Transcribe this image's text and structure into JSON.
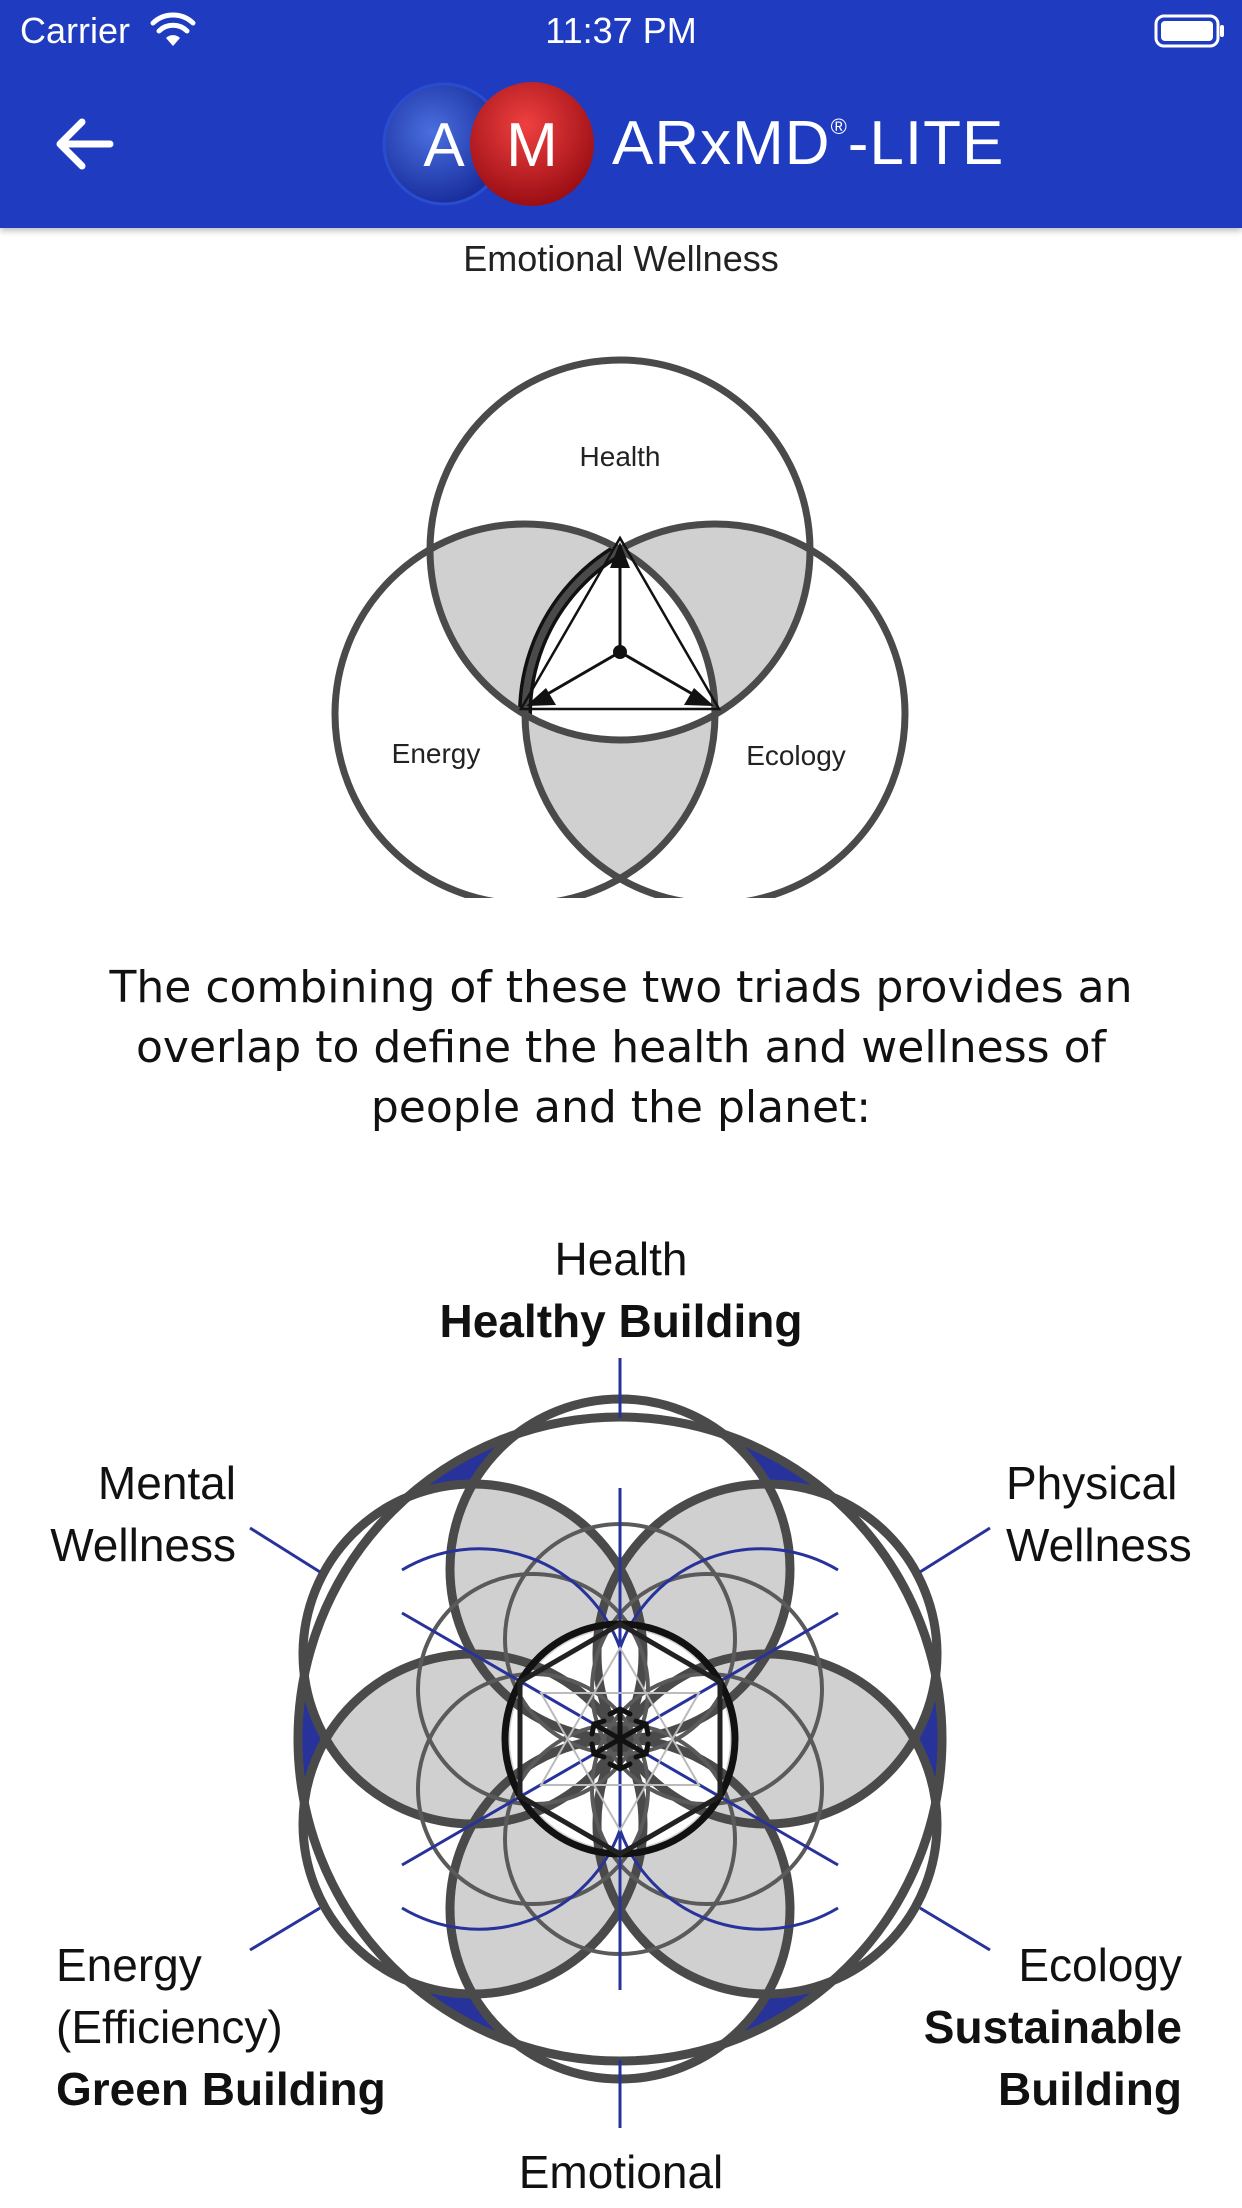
{
  "status_bar": {
    "carrier": "Carrier",
    "time": "11:37 PM"
  },
  "header": {
    "logo_a": "A",
    "logo_m": "M",
    "brand": "ARxMD",
    "registered": "®",
    "suffix": "-LITE"
  },
  "top_caption": "Emotional Wellness",
  "venn": {
    "health": "Health",
    "energy": "Energy",
    "ecology": "Ecology"
  },
  "paragraph": "The combining of these two triads provides an overlap to define the health and wellness of people and the planet:",
  "flower": {
    "health": "Health",
    "healthy_building": "Healthy Building",
    "mental_1": "Mental",
    "mental_2": "Wellness",
    "physical_1": "Physical",
    "physical_2": "Wellness",
    "energy_1": "Energy",
    "energy_2": "(Efficiency)",
    "green_building": "Green Building",
    "ecology": "Ecology",
    "sustainable_1": "Sustainable",
    "sustainable_2": "Building",
    "emotional": "Emotional"
  },
  "colors": {
    "header": "#1f3cc0",
    "accent_blue": "#27339a",
    "gray_fill": "#d0d0d0"
  }
}
